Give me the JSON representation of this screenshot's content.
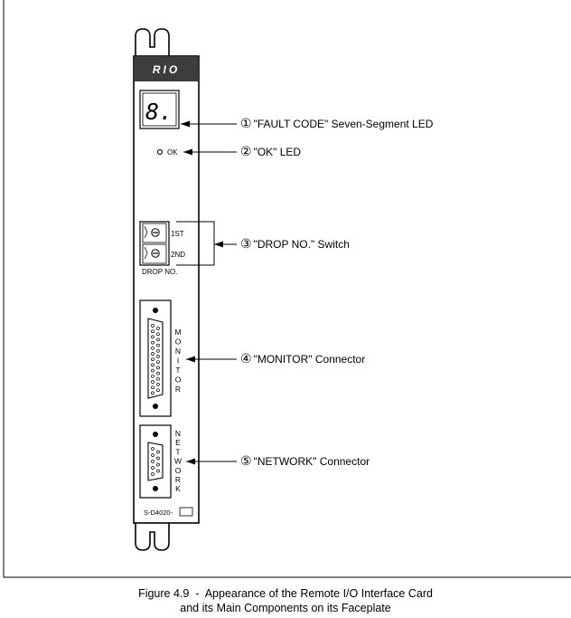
{
  "card": {
    "title": "RIO",
    "led_digit": "8.",
    "ok_label": "OK",
    "switch_1st": "1ST",
    "switch_2nd": "2ND",
    "drop_no_label": "DROP NO.",
    "monitor_letters": [
      "M",
      "O",
      "N",
      "I",
      "T",
      "O",
      "R"
    ],
    "network_letters": [
      "N",
      "E",
      "T",
      "W",
      "O",
      "R",
      "K"
    ],
    "part_number": "S-D4020-"
  },
  "callouts": [
    {
      "num": "①",
      "text": "\"FAULT CODE\" Seven-Segment LED"
    },
    {
      "num": "②",
      "text": "\"OK\" LED"
    },
    {
      "num": "③",
      "text": "\"DROP NO.\" Switch"
    },
    {
      "num": "④",
      "text": "\"MONITOR\" Connector"
    },
    {
      "num": "⑤",
      "text": "\"NETWORK\" Connector"
    }
  ],
  "caption": {
    "line1": "Figure 4.9  -  Appearance of the Remote I/O Interface Card",
    "line2": "and its Main Components on its Faceplate"
  },
  "colors": {
    "title_bar": "#3d3d3d",
    "title_text": "#ffffff",
    "line": "#000000"
  }
}
